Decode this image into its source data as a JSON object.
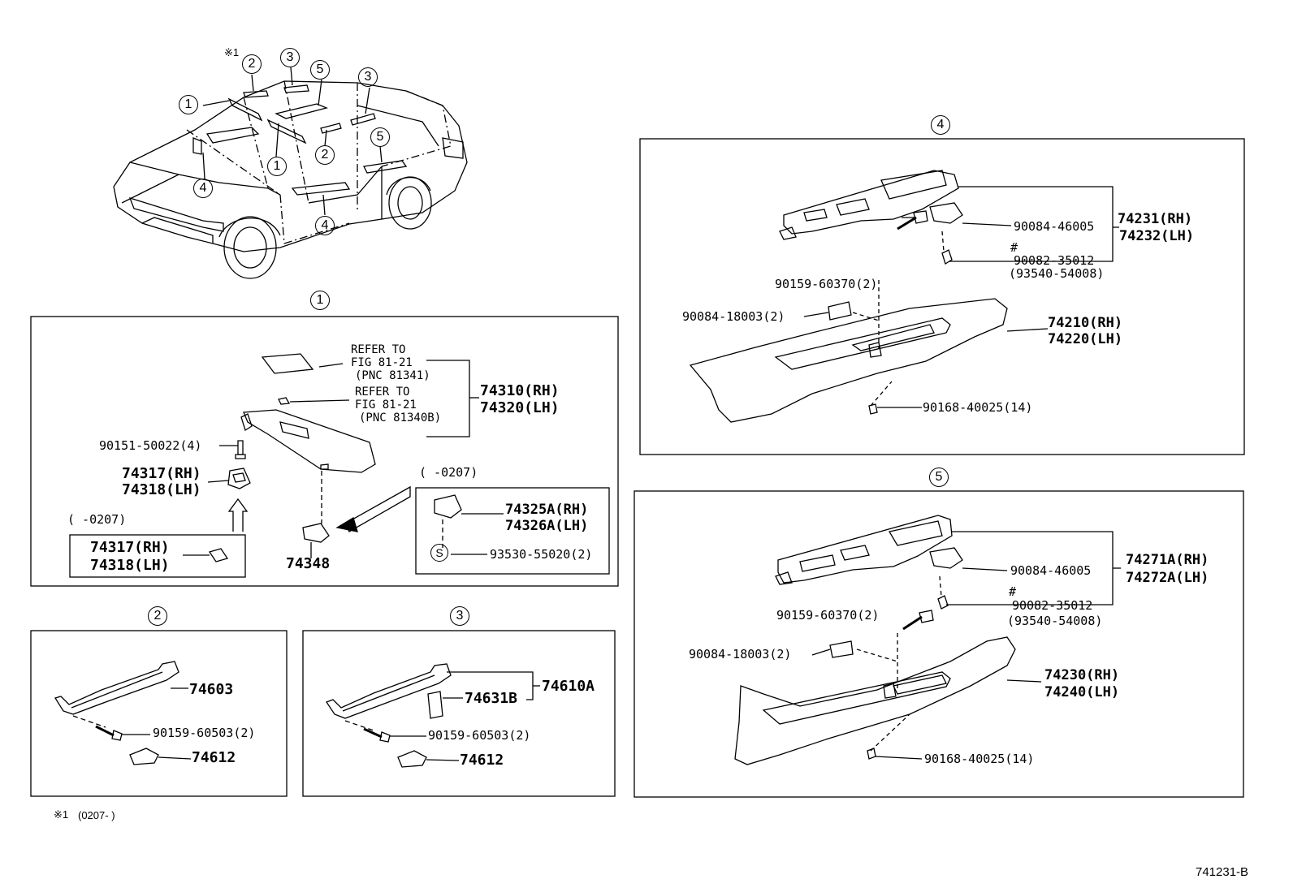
{
  "callouts": {
    "c1": "1",
    "c2": "2",
    "c3": "3",
    "c4": "4",
    "c5": "5",
    "s": "S"
  },
  "car": {
    "note_mark": "※1"
  },
  "section1": {
    "refer1_line1": "REFER TO",
    "refer1_line2": "FIG 81-21",
    "refer1_line3": "(PNC 81341)",
    "refer2_line1": "REFER TO",
    "refer2_line2": "FIG 81-21",
    "refer2_line3": "(PNC 81340B)",
    "visor_rh": "74310(RH)",
    "visor_lh": "74320(LH)",
    "screw": "90151-50022(4)",
    "holder_rh": "74317(RH)",
    "holder_lh": "74318(LH)",
    "range_left": "(      -0207)",
    "old_holder_rh": "74317(RH)",
    "old_holder_lh": "74318(LH)",
    "clip": "74348",
    "range_right": "(      -0207)",
    "bracket_rh": "74325A(RH)",
    "bracket_lh": "74326A(LH)",
    "bracket_screw": "93530-55020(2)"
  },
  "section2": {
    "grip": "74603",
    "screw": "90159-60503(2)",
    "cover": "74612"
  },
  "section3": {
    "grip_assy": "74610A",
    "holder": "74631B",
    "screw": "90159-60503(2)",
    "cover": "74612"
  },
  "section4": {
    "switch_base_rh": "74231(RH)",
    "switch_base_lh": "74232(LH)",
    "clip": "90084-46005",
    "hash": "#",
    "nut": "90082-35012",
    "nut_alt": "(93540-54008)",
    "screw": "90159-60370(2)",
    "clip2": "90084-18003(2)",
    "armrest_rh": "74210(RH)",
    "armrest_lh": "74220(LH)",
    "clip3": "90168-40025(14)"
  },
  "section5": {
    "switch_base_rh": "74271A(RH)",
    "switch_base_lh": "74272A(LH)",
    "clip": "90084-46005",
    "hash": "#",
    "nut": "90082-35012",
    "nut_alt": "(93540-54008)",
    "screw": "90159-60370(2)",
    "clip2": "90084-18003(2)",
    "armrest_rh": "74230(RH)",
    "armrest_lh": "74240(LH)",
    "clip3": "90168-40025(14)"
  },
  "footnote": {
    "mark": "※1",
    "text": "(0207-      )"
  },
  "figure_id": "741231-B"
}
